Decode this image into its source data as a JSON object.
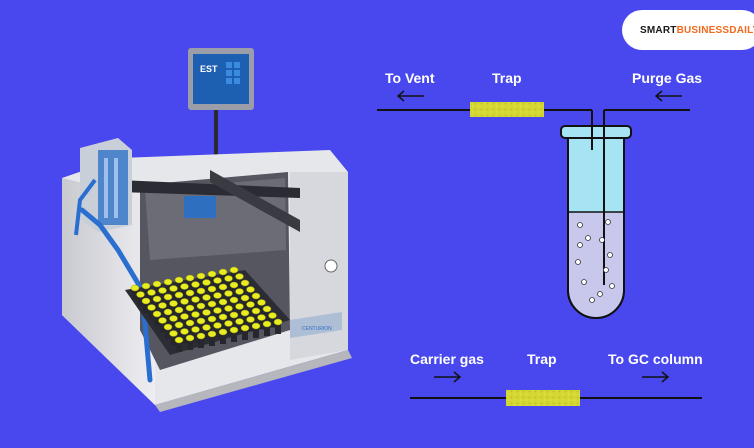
{
  "brand": {
    "name_part1": "SMART",
    "name_part2": "BUSINESSDAILY",
    "accent_color": "#f26a1b"
  },
  "colors": {
    "background": "#4848ee",
    "trap": "#d4d633",
    "liquid": "#c8c8ec",
    "tube": "#a6e4f4",
    "instrument_panel": "#dcdde2",
    "vials_caps": "#e8ec20"
  },
  "instrument": {
    "screen_text": "EST",
    "badge_text": "CENTURION"
  },
  "purge_diagram": {
    "to_vent_label": "To Vent",
    "trap_label": "Trap",
    "purge_gas_label": "Purge Gas"
  },
  "desorb_diagram": {
    "carrier_gas_label": "Carrier gas",
    "trap_label": "Trap",
    "to_gc_label": "To GC column"
  }
}
